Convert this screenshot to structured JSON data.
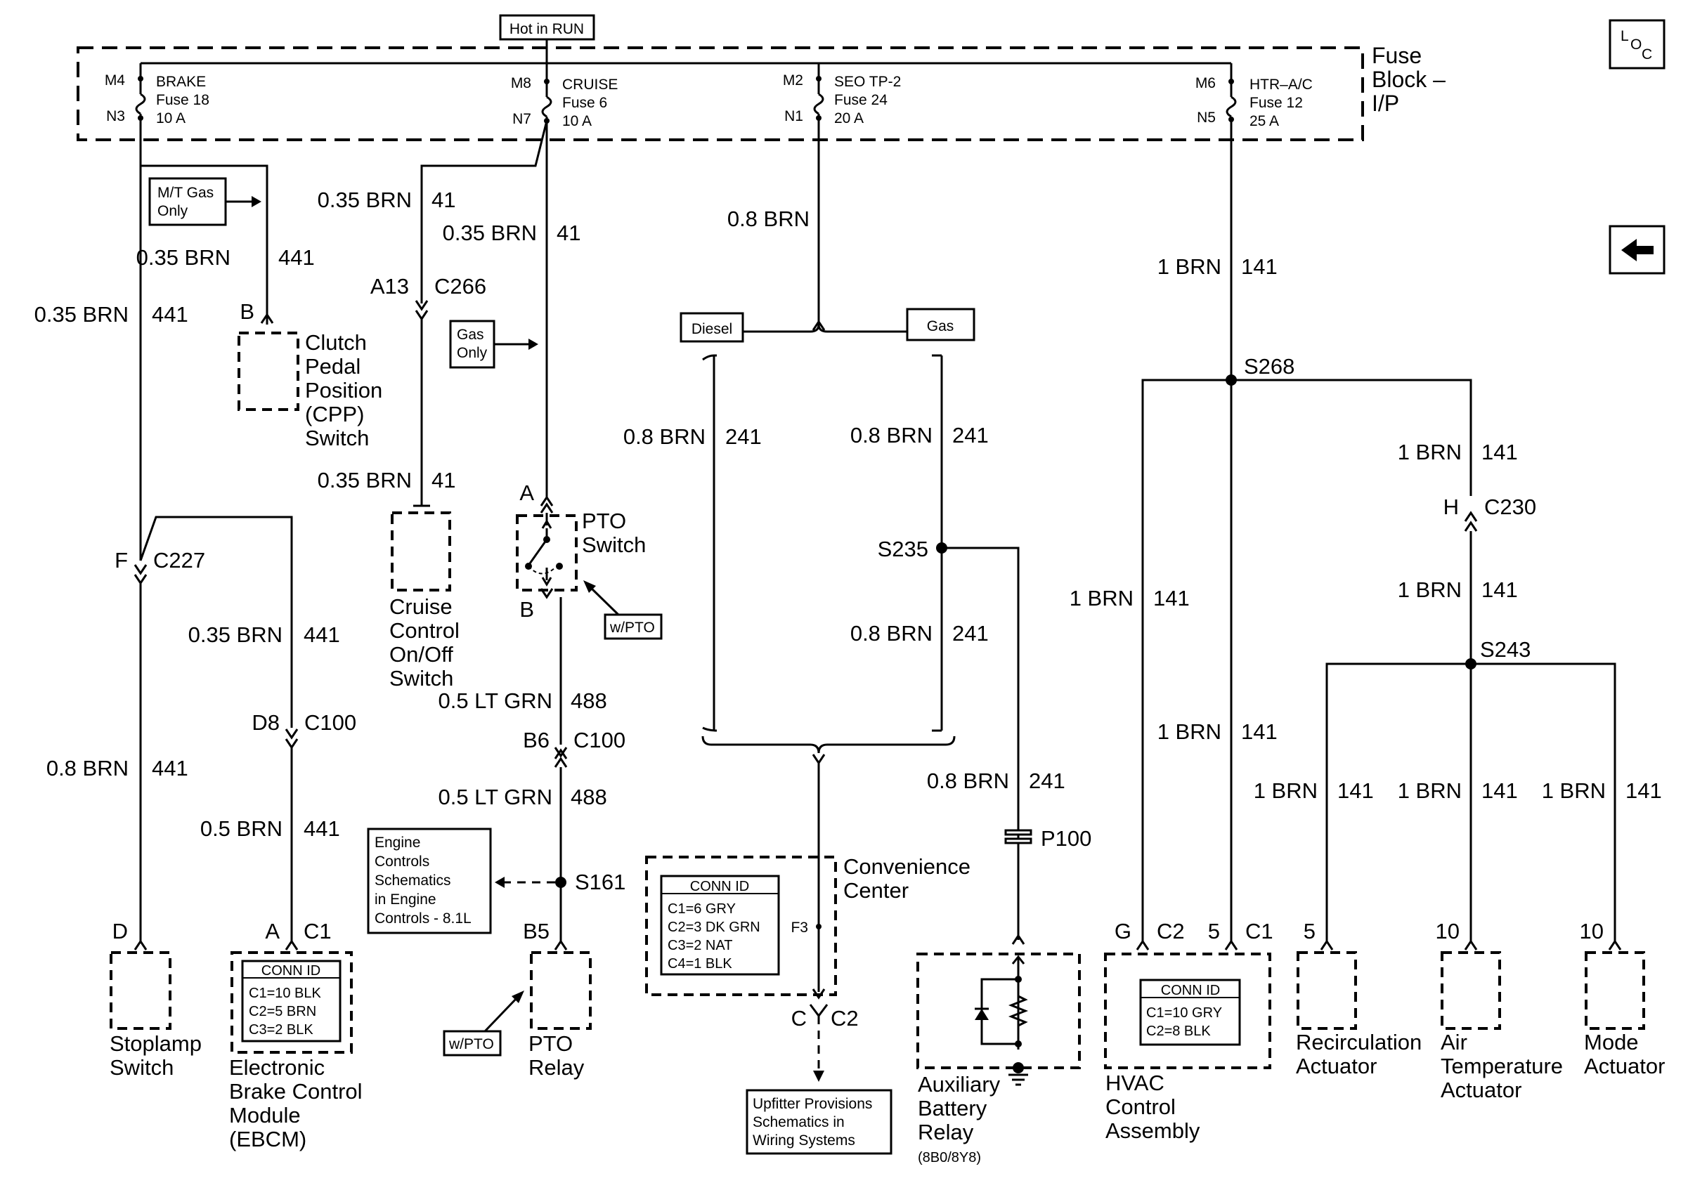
{
  "fuse_block": {
    "title_l1": "Fuse",
    "title_l2": "Block –",
    "title_l3": "I/P",
    "hot_label": "Hot in RUN",
    "fuses": [
      {
        "top": "M4",
        "bot": "N3",
        "name": "BRAKE",
        "num": "Fuse 18",
        "amp": "10 A"
      },
      {
        "top": "M8",
        "bot": "N7",
        "name": "CRUISE",
        "num": "Fuse 6",
        "amp": "10 A"
      },
      {
        "top": "M2",
        "bot": "N1",
        "name": "SEO TP-2",
        "num": "Fuse 24",
        "amp": "20 A"
      },
      {
        "top": "M6",
        "bot": "N5",
        "name": "HTR–A/C",
        "num": "Fuse 12",
        "amp": "25 A"
      }
    ]
  },
  "nav": {
    "loc_l": "L",
    "loc_o": "O",
    "loc_c": "C",
    "back_icon": "left-arrow-icon"
  },
  "wires": {
    "brn441_a": "0.35 BRN",
    "c441": "441",
    "brn441_b": "0.35 BRN",
    "brn441_c": "0.35 BRN",
    "brn441_d": "0.8 BRN",
    "brn441_e": "0.5 BRN",
    "brn41_a": "0.35 BRN",
    "c41": "41",
    "brn41_b": "0.35 BRN",
    "brn41_c": "0.35 BRN",
    "ltgrn_a": "0.5 LT GRN",
    "ltgrn_b": "0.5 LT GRN",
    "c488": "488",
    "brn08": "0.8 BRN",
    "brn241_a": "0.8 BRN",
    "brn241_b": "0.8 BRN",
    "brn241_c": "0.8 BRN",
    "brn241_d": "0.8 BRN",
    "c241": "241",
    "brn1": "1 BRN",
    "c141": "141"
  },
  "connectors": {
    "a13": "A13",
    "c266": "C266",
    "f": "F",
    "c227": "C227",
    "d8": "D8",
    "c100": "C100",
    "b6": "B6",
    "h": "H",
    "c230": "C230",
    "b_cpp": "B",
    "a_pto": "A",
    "b_pto": "B",
    "d": "D",
    "a": "A",
    "c1": "C1",
    "b5": "B5",
    "g": "G",
    "c2": "C2",
    "five": "5",
    "ten": "10",
    "f3": "F3",
    "cc": "C",
    "c2b": "C2",
    "p100": "P100"
  },
  "splices": {
    "s268": "S268",
    "s235": "S235",
    "s161": "S161",
    "s243": "S243"
  },
  "notes": {
    "mt_gas_l1": "M/T Gas",
    "mt_gas_l2": "Only",
    "gas_only_l1": "Gas",
    "gas_only_l2": "Only",
    "diesel": "Diesel",
    "gas": "Gas",
    "wpto_a": "w/PTO",
    "wpto_b": "w/PTO",
    "eng_l1": "Engine",
    "eng_l2": "Controls",
    "eng_l3": "Schematics",
    "eng_l4": "in Engine",
    "eng_l5": "Controls - 8.1L",
    "upf_l1": "Upfitter Provisions",
    "upf_l2": "Schematics in",
    "upf_l3": "Wiring Systems"
  },
  "components": {
    "cpp": [
      "Clutch",
      "Pedal",
      "Position",
      "(CPP)",
      "Switch"
    ],
    "cruise": [
      "Cruise",
      "Control",
      "On/Off",
      "Switch"
    ],
    "pto_switch": [
      "PTO",
      "Switch"
    ],
    "stoplamp": [
      "Stoplamp",
      "Switch"
    ],
    "ebcm": [
      "Electronic",
      "Brake Control",
      "Module",
      "(EBCM)"
    ],
    "pto_relay": [
      "PTO",
      "Relay"
    ],
    "conv": [
      "Convenience",
      "Center"
    ],
    "aux": [
      "Auxiliary",
      "Battery",
      "Relay"
    ],
    "aux_sub": "(8B0/8Y8)",
    "hvac": [
      "HVAC",
      "Control",
      "Assembly"
    ],
    "recirc": [
      "Recirculation",
      "Actuator"
    ],
    "airtemp": [
      "Air",
      "Temperature",
      "Actuator"
    ],
    "mode": [
      "Mode",
      "Actuator"
    ]
  },
  "conn_id": {
    "title": "CONN ID",
    "ebcm": [
      "C1=10 BLK",
      "C2=5 BRN",
      "C3=2 BLK"
    ],
    "conv": [
      "C1=6 GRY",
      "C2=3 DK GRN",
      "C3=2 NAT",
      "C4=1 BLK"
    ],
    "hvac": [
      "C1=10 GRY",
      "C2=8 BLK"
    ]
  }
}
